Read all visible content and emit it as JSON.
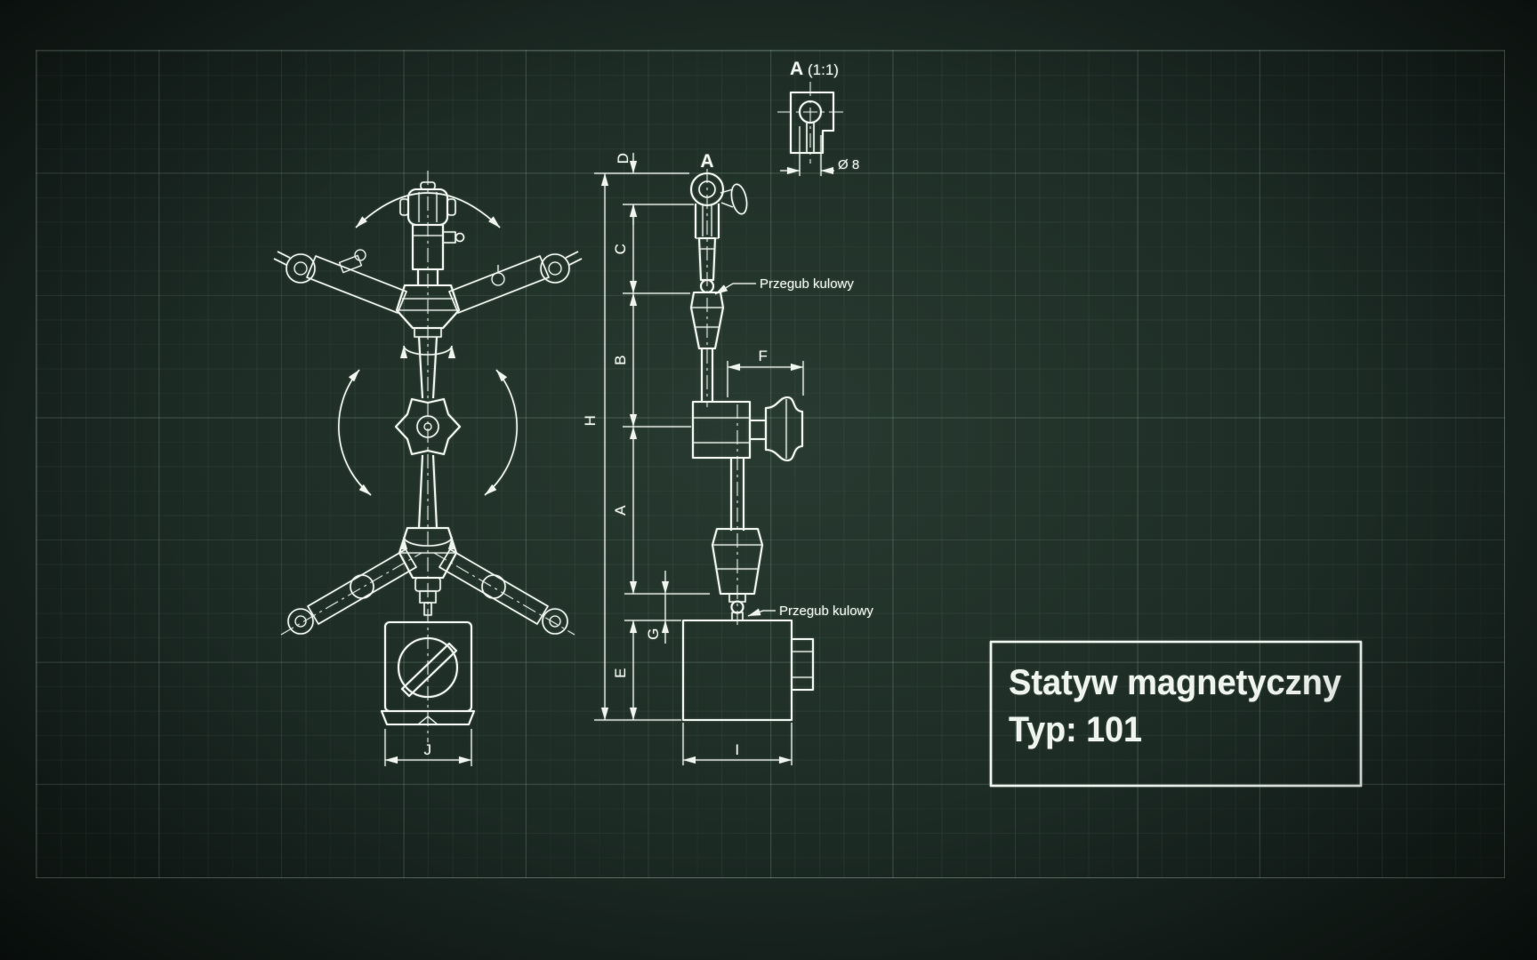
{
  "title_block": {
    "line1": "Statyw magnetyczny",
    "line2": "Typ: 101"
  },
  "section_marker": "A",
  "detail_view": {
    "marker": "A",
    "scale": "(1:1)",
    "diameter_label": "Ø 8"
  },
  "annotations": {
    "upper_ball_joint": "Przegub kulowy",
    "lower_ball_joint": "Przegub kulowy"
  },
  "dimensions": {
    "D": "D",
    "C": "C",
    "B": "B",
    "A": "A",
    "H": "H",
    "G": "G",
    "E": "E",
    "F": "F",
    "I": "I",
    "J": "J"
  },
  "colors": {
    "ink": "#eef3ee",
    "board": "#1f2d26",
    "grid": "#96b4a2"
  }
}
